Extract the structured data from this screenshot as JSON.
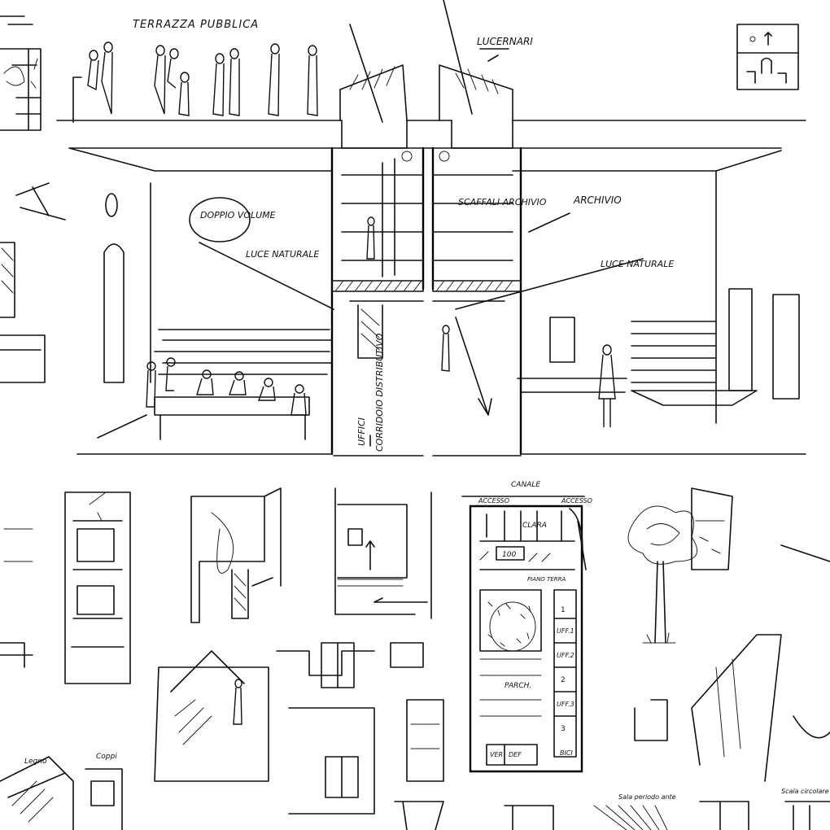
{
  "section": {
    "label_terrace": "TERRAZZA PUBBLICA",
    "label_lucernari": "LUCERNARI",
    "label_double_height": "DOPPIO VOLUME",
    "label_light_left": "LUCE NATURALE",
    "label_light_right": "LUCE NATURALE",
    "label_shelves": "SCAFFALI ARCHIVIO",
    "label_archive": "ARCHIVIO",
    "label_offices": "UFFICI",
    "label_distribution": "CORRIDOIO DISTRIBUTIVO"
  },
  "plan": {
    "title": "CANALE",
    "access_left": "ACCESSO",
    "access_right": "ACCESSO",
    "room_large": "CLARA",
    "room_100": "100",
    "ground_floor": "PIANO TERRA",
    "park": "PARCH.",
    "labels": [
      "1",
      "UFF.1",
      "UFF.2",
      "2",
      "UFF.3",
      "3"
    ],
    "bottom_left": "VER",
    "bottom_mid": "DEF",
    "bikes": "BICI"
  },
  "bottom": {
    "label_sala": "Sala periodo ante",
    "label_legno": "Legno",
    "label_coppo": "Coppi",
    "label_spiral": "Scala circolare"
  },
  "colors": {
    "ink": "#111111",
    "paper": "#ffffff"
  }
}
